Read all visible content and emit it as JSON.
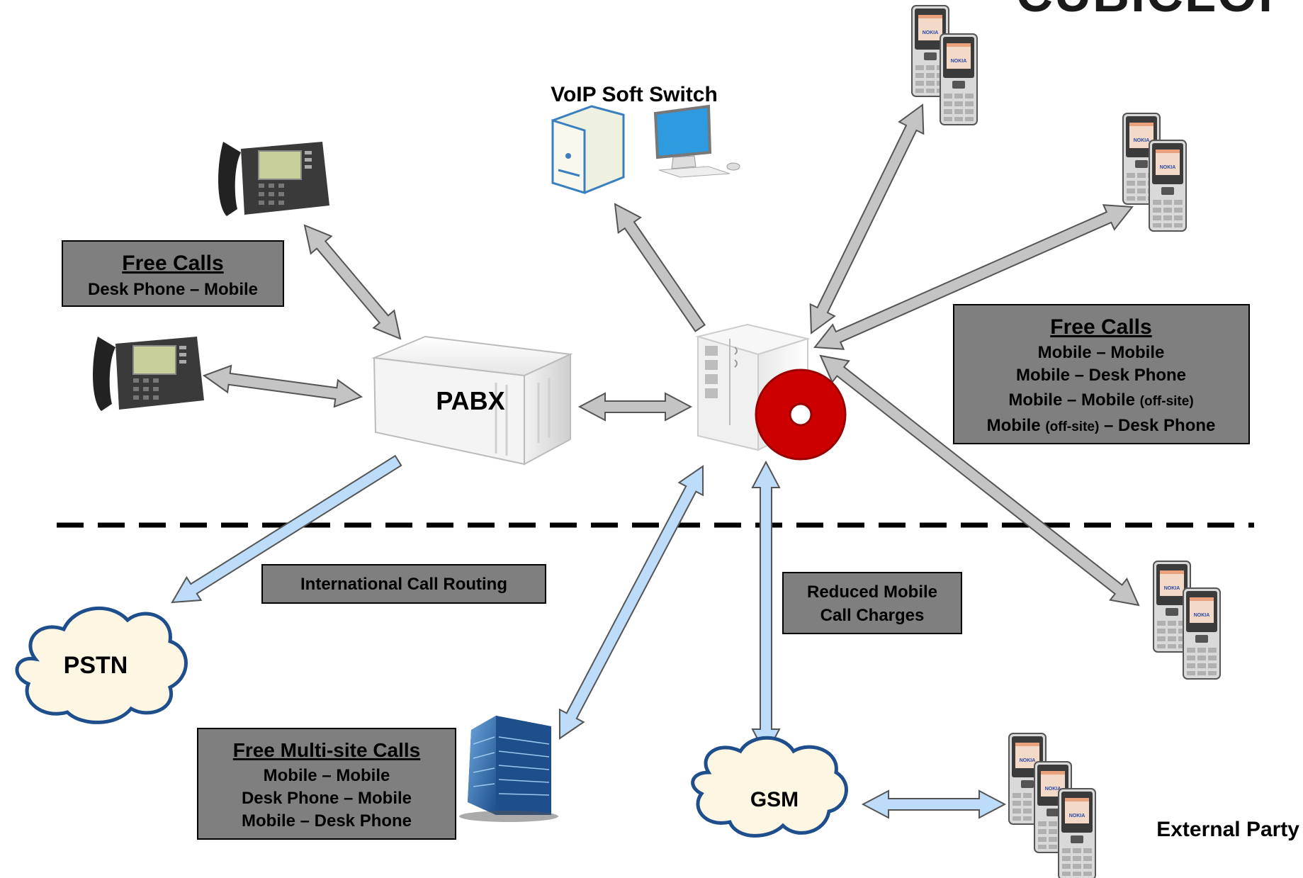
{
  "brand": {
    "partial_text": "CUBICLOI"
  },
  "soft_switch": {
    "label": "VoIP Soft Switch"
  },
  "pabx": {
    "label": "PABX"
  },
  "pstn": {
    "label": "PSTN"
  },
  "gsm": {
    "label": "GSM"
  },
  "external": {
    "label": "External Party"
  },
  "box_free_calls_left": {
    "title": "Free Calls",
    "lines": [
      "Desk Phone – Mobile"
    ]
  },
  "box_free_calls_right": {
    "title": "Free Calls",
    "lines": [
      {
        "main": "Mobile – Mobile",
        "tail": ""
      },
      {
        "main": "Mobile – Desk Phone",
        "tail": ""
      },
      {
        "main": "Mobile – Mobile ",
        "tail": "(off-site)"
      },
      {
        "main": "Mobile ",
        "mid": "(off-site)",
        "tail": " – Desk Phone"
      }
    ]
  },
  "box_international": {
    "lines": [
      "International Call Routing"
    ]
  },
  "box_reduced": {
    "lines": [
      "Reduced Mobile",
      "Call Charges"
    ]
  },
  "box_multisite": {
    "title": "Free Multi-site Calls",
    "lines": [
      "Mobile – Mobile",
      "Desk Phone – Mobile",
      "Mobile – Desk Phone"
    ]
  },
  "icons": {
    "desk_phone": "desk-phone-icon",
    "mobile_phone": "mobile-phone-icon",
    "server": "server-icon",
    "monitor": "monitor-icon",
    "office_building": "office-building-icon",
    "cloud": "cloud-icon",
    "pabx": "pabx-box-icon"
  },
  "phone_brand": "NOKIA",
  "colors": {
    "internal_arrow": "#c4c4c4",
    "external_arrow": "#bcdcfa",
    "label_box": "#7f7f7f",
    "cloud_fill": "#fdf6e3",
    "cubicle_disc": "#cc0000",
    "boundary_line": "#000000"
  }
}
